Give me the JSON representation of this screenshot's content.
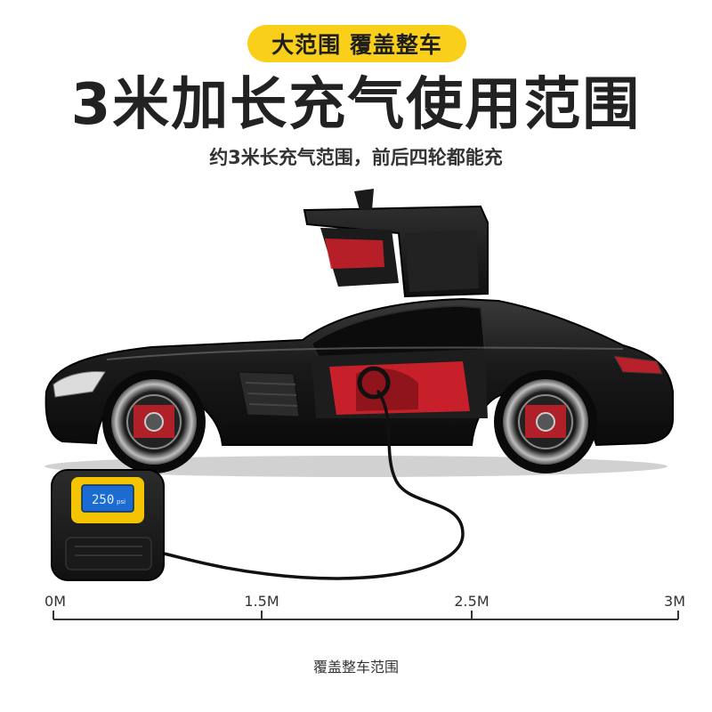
{
  "badge": {
    "text": "大范围 覆盖整车"
  },
  "headline": "3米加长充气使用范围",
  "subline": "约3米长充气范围，前后四轮都能充",
  "pump": {
    "display_reading": "250",
    "display_unit": "psi"
  },
  "scale": {
    "ticks": [
      "0M",
      "1.5M",
      "2.5M",
      "3M"
    ],
    "caption": "覆盖整车范围"
  },
  "colors": {
    "badge": "#f9cf1a",
    "car_body": "#151515",
    "interior": "#c8202a",
    "pump_accent": "#f4c400",
    "display": "#1c6bd1"
  }
}
